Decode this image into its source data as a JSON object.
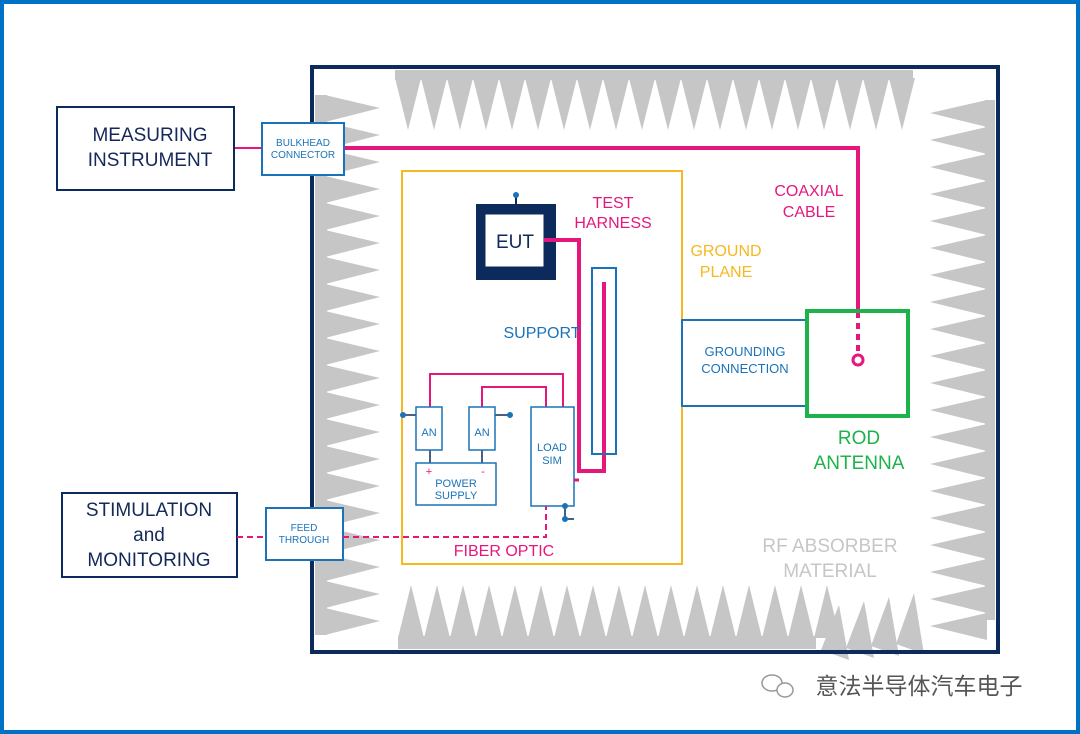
{
  "boxes": {
    "measuring": [
      "MEASURING",
      "INSTRUMENT"
    ],
    "stimulation": [
      "STIMULATION",
      "and",
      "MONITORING"
    ],
    "bulkhead": [
      "BULKHEAD",
      "CONNECTOR"
    ],
    "feedthrough": [
      "FEED",
      "THROUGH"
    ],
    "eut": "EUT",
    "an_left": "AN",
    "an_right": "AN",
    "power_supply": [
      "POWER",
      "SUPPLY"
    ],
    "power_plus": "+",
    "power_minus": "-",
    "load_sim": [
      "LOAD",
      "SIM"
    ],
    "grounding_connection": [
      "GROUNDING",
      "CONNECTION"
    ]
  },
  "labels": {
    "test_harness": [
      "TEST",
      "HARNESS"
    ],
    "ground_plane": [
      "GROUND",
      "PLANE"
    ],
    "coaxial_cable": [
      "COAXIAL",
      "CABLE"
    ],
    "support": "SUPPORT",
    "fiber_optic": "FIBER OPTIC",
    "rod_antenna": [
      "ROD",
      "ANTENNA"
    ],
    "rf_absorber": [
      "RF ABSORBER",
      "MATERIAL"
    ]
  },
  "watermark": "意法半导体汽车电子",
  "colors": {
    "frame": "#0072c6",
    "chamber": "#0d2a5c",
    "absorber": "#c6c6c6",
    "magenta": "#e5177c",
    "ground_plane": "#f6b820",
    "blue_text": "#1a73b8",
    "antenna_green": "#1db34a",
    "navy_text": "#14285a"
  },
  "icons": [
    "wechat-icon"
  ]
}
